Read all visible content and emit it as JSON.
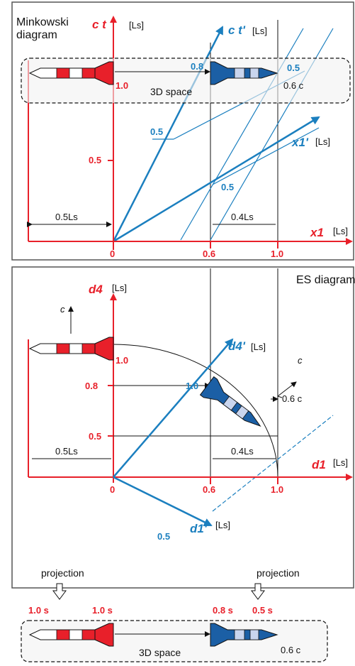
{
  "top": {
    "title_line1": "Minkowski",
    "title_line2": "diagram",
    "ct_axis": "c t",
    "ct_units": "[Ls]",
    "ctp_axis": "c t'",
    "ctp_units": "[Ls]",
    "x1_axis": "x1",
    "x1_units": "[Ls]",
    "x1p_axis": "x1'",
    "x1p_units": "[Ls]",
    "space_label": "3D space",
    "val_red_1": "1.0",
    "val_blue_08": "0.8",
    "val_blue_05_top": "0.5",
    "val_speed": "0.6 c",
    "val_blue_05_left": "0.5",
    "val_red_05": "0.5",
    "val_blue_05_mid": "0.5",
    "dist_left": "0.5Ls",
    "dist_right": "0.4Ls",
    "tick_0": "0",
    "tick_06": "0.6",
    "tick_10": "1.0"
  },
  "bottom": {
    "title": "ES diagram",
    "c_label": "c",
    "d4_axis": "d4",
    "d4_units": "[Ls]",
    "d4p_axis": "d4'",
    "d4p_units": "[Ls]",
    "d1_axis": "d1",
    "d1_units": "[Ls]",
    "d1p_axis": "d1'",
    "d1p_units": "[Ls]",
    "val_red_1": "1.0",
    "val_red_08": "0.8",
    "val_blue_1": "1.0",
    "val_red_05": "0.5",
    "c_right": "c",
    "speed": "0.6 c",
    "dist_left": "0.5Ls",
    "dist_right": "0.4Ls",
    "tick_0": "0",
    "tick_06": "0.6",
    "tick_10": "1.0",
    "val_blue_05": "0.5"
  },
  "projection": {
    "left_label": "projection",
    "right_label": "projection",
    "t1": "1.0 s",
    "t2": "1.0 s",
    "t3": "0.8 s",
    "t4": "0.5 s",
    "space_label": "3D space",
    "speed": "0.6 c"
  }
}
